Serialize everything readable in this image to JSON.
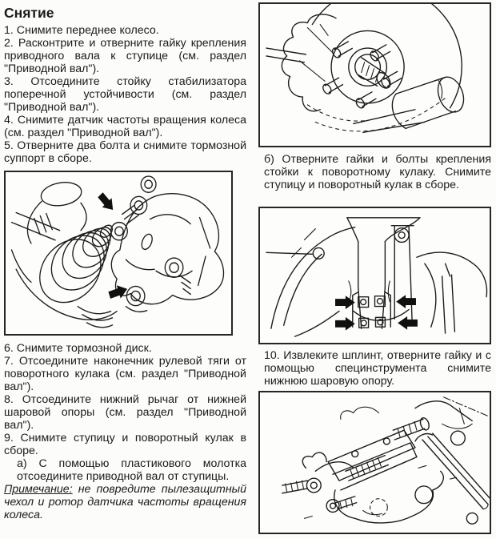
{
  "colors": {
    "paper": "#fcfcfa",
    "ink": "#1a1a1a",
    "border": "#262626"
  },
  "document": {
    "heading": "Снятие",
    "procedure_top": [
      "1. Снимите переднее колесо.",
      "2. Расконтрите и отверните гайку крепления приводного вала к ступице (см. раздел \"Приводной вал\").",
      "3. Отсоедините стойку стабилизатора поперечной устойчивости (см. раздел \"Приводной вал\").",
      "4. Снимите датчик частоты вращения колеса (см. раздел \"Приводной вал\").",
      "5. Отверните два болта и снимите тормозной суппорт в сборе."
    ],
    "procedure_bottom": [
      "6. Снимите тормозной диск.",
      "7. Отсоедините наконечник рулевой тяги от поворотного кулака (см. раздел \"Приводной вал\").",
      "8. Отсоедините нижний рычаг от нижней шаровой опоры (см. раздел \"Приводной вал\").",
      "9. Снимите ступицу и поворотный кулак в сборе."
    ],
    "substep_a": "а) С помощью пластикового молотка отсоедините приводной вал от ступицы.",
    "note_label": "Примечание:",
    "note_text": " не повредите пылезащитный чехол и ротор датчика частоты вращения колеса.",
    "caption_b": "б) Отверните гайки и болты крепления стойки к поворотному кулаку. Снимите ступицу и поворотный кулак в сборе.",
    "caption_10": "10. Извлеките шплинт, отверните гайку и с помощью специнструмента снимите нижнюю шаровую опору."
  }
}
